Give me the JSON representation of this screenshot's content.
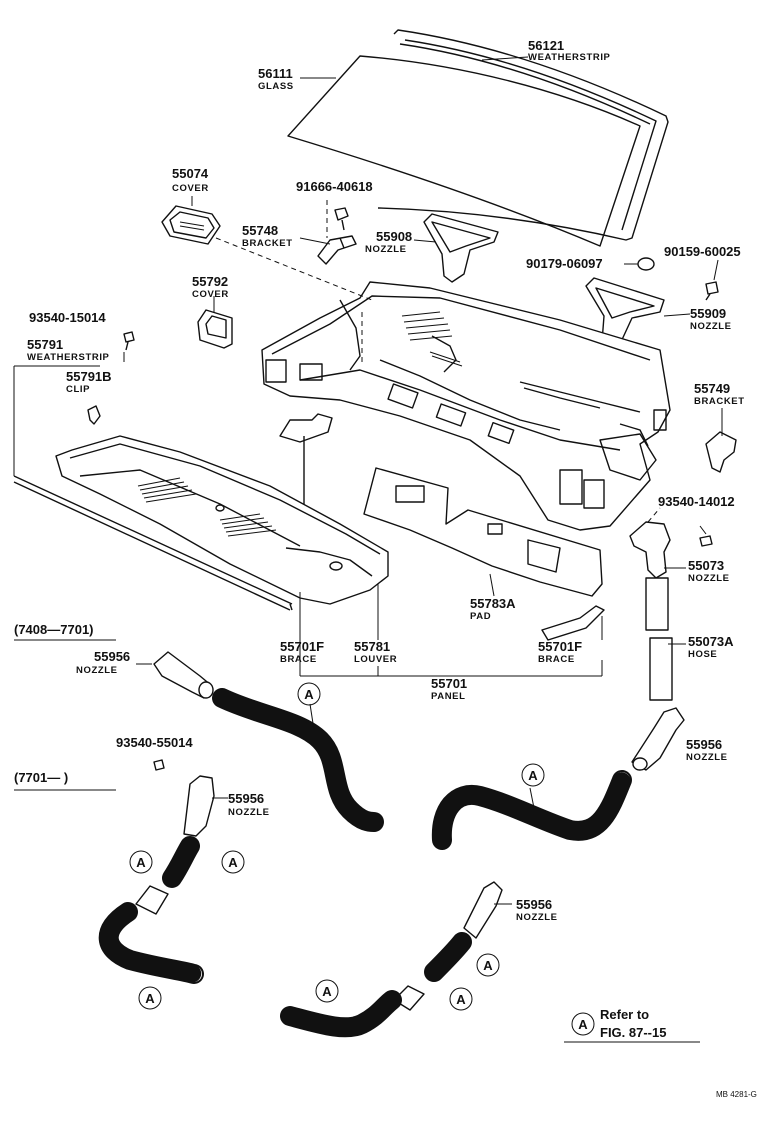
{
  "parts": {
    "p56121": {
      "number": "56121",
      "name": "WEATHERSTRIP"
    },
    "p56111": {
      "number": "56111",
      "name": "GLASS"
    },
    "p55074": {
      "number": "55074",
      "name": "COVER"
    },
    "p91666": {
      "number": "91666-40618"
    },
    "p55748": {
      "number": "55748",
      "name": "BRACKET"
    },
    "p55908": {
      "number": "55908",
      "name": "NOZZLE"
    },
    "p90179": {
      "number": "90179-06097"
    },
    "p90159": {
      "number": "90159-60025"
    },
    "p55792": {
      "number": "55792",
      "name": "COVER"
    },
    "p93540_15014": {
      "number": "93540-15014"
    },
    "p55909": {
      "number": "55909",
      "name": "NOZZLE"
    },
    "p55791": {
      "number": "55791",
      "name": "WEATHERSTRIP"
    },
    "p55791B": {
      "number": "55791B",
      "name": "CLIP"
    },
    "p55749": {
      "number": "55749",
      "name": "BRACKET"
    },
    "p93540_14012": {
      "number": "93540-14012"
    },
    "p55073": {
      "number": "55073",
      "name": "NOZZLE"
    },
    "p55783A": {
      "number": "55783A",
      "name": "PAD"
    },
    "p55073A": {
      "number": "55073A",
      "name": "HOSE"
    },
    "p55701F_a": {
      "number": "55701F",
      "name": "BRACE"
    },
    "p55781": {
      "number": "55781",
      "name": "LOUVER"
    },
    "p55701F_b": {
      "number": "55701F",
      "name": "BRACE"
    },
    "p55701": {
      "number": "55701",
      "name": "PANEL"
    },
    "p55956_a": {
      "number": "55956",
      "name": "NOZZLE"
    },
    "p55956_b": {
      "number": "55956",
      "name": "NOZZLE"
    },
    "p93540_55014": {
      "number": "93540-55014"
    },
    "p55956_c": {
      "number": "55956",
      "name": "NOZZLE"
    },
    "p55956_d": {
      "number": "55956",
      "name": "NOZZLE"
    }
  },
  "ranges": {
    "r1": "(7408—7701)",
    "r2": "(7701—     )"
  },
  "callout_letter": "A",
  "legend": {
    "line1": "Refer to",
    "line2": "FIG. 87--15"
  },
  "code": "MB 4281-G"
}
